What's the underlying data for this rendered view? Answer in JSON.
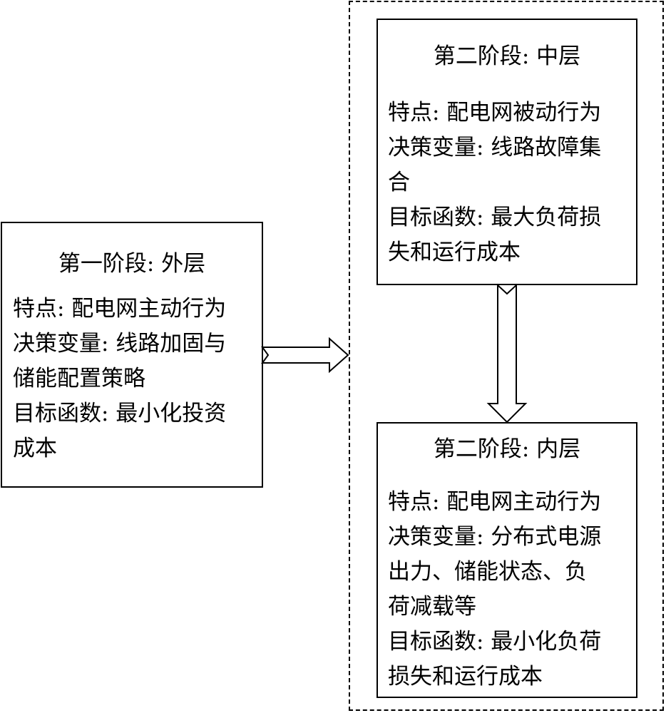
{
  "outer_stage": {
    "title": "第一阶段: 外层",
    "lines": [
      "特点: 配电网主动行为",
      "决策变量: 线路加固与",
      "储能配置策略",
      "目标函数: 最小化投资",
      "成本"
    ]
  },
  "middle_stage": {
    "title": "第二阶段: 中层",
    "lines": [
      "特点: 配电网被动行为",
      "决策变量: 线路故障集",
      "合",
      "目标函数: 最大负荷损",
      "失和运行成本"
    ]
  },
  "inner_stage": {
    "title": "第二阶段: 内层",
    "lines": [
      "特点: 配电网主动行为",
      "决策变量: 分布式电源",
      "出力、储能状态、负",
      "荷减载等",
      "目标函数: 最小化负荷",
      "损失和运行成本"
    ]
  }
}
